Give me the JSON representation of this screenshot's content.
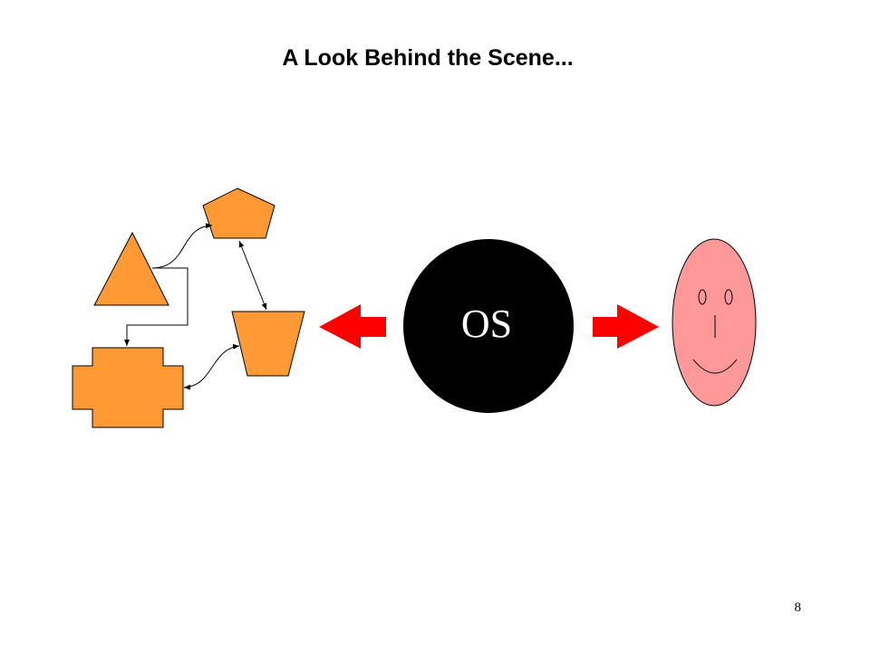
{
  "slide": {
    "title": "A Look Behind the Scene...",
    "page_number": "8"
  },
  "diagram": {
    "os_label": "OS"
  },
  "colors": {
    "shape_fill": "#FF9933",
    "arrow_red": "#FF0000",
    "os_circle": "#000000",
    "os_text": "#FFFFFF",
    "face_fill": "#FF9999"
  },
  "icons": {
    "face": "smiley-face-icon"
  }
}
